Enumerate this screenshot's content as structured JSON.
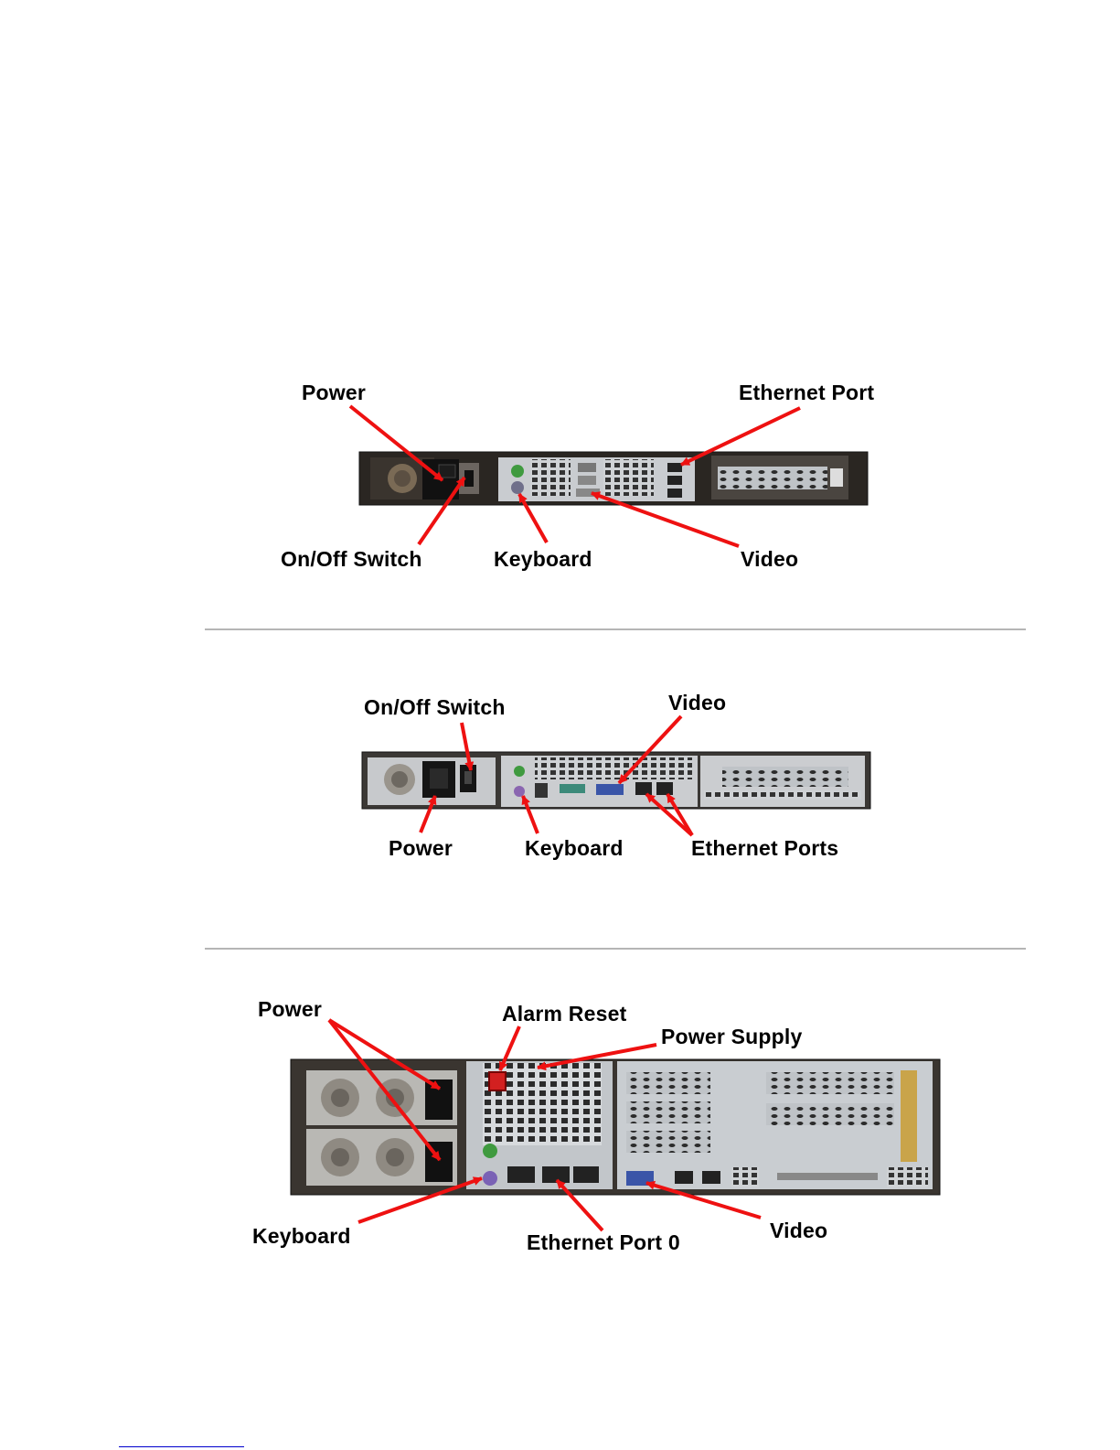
{
  "diagrams": [
    {
      "labels": {
        "power": "Power",
        "ethernet_port": "Ethernet Port",
        "on_off_switch": "On/Off Switch",
        "keyboard": "Keyboard",
        "video": "Video"
      }
    },
    {
      "labels": {
        "on_off_switch": "On/Off Switch",
        "video": "Video",
        "power": "Power",
        "keyboard": "Keyboard",
        "ethernet_ports": "Ethernet Ports"
      }
    },
    {
      "labels": {
        "power": "Power",
        "alarm_reset": "Alarm Reset",
        "power_supply": "Power Supply",
        "keyboard": "Keyboard",
        "ethernet_port_0": "Ethernet Port 0",
        "video": "Video"
      }
    }
  ],
  "colors": {
    "arrow": "#ee1111",
    "chassis": "#2a2622",
    "panel": "#c9ccd0",
    "separator": "#b5b5b5"
  }
}
